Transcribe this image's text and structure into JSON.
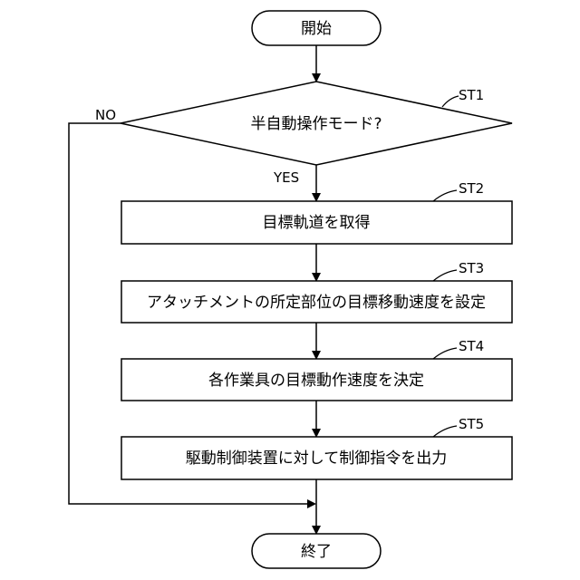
{
  "flowchart": {
    "start_label": "開始",
    "decision": {
      "label": "半自動操作モード?",
      "step": "ST1"
    },
    "yes_label": "YES",
    "no_label": "NO",
    "steps": [
      {
        "step": "ST2",
        "label": "目標軌道を取得"
      },
      {
        "step": "ST3",
        "label": "アタッチメントの所定部位の目標移動速度を設定"
      },
      {
        "step": "ST4",
        "label": "各作業具の目標動作速度を決定"
      },
      {
        "step": "ST5",
        "label": "駆動制御装置に対して制御指令を出力"
      }
    ],
    "end_label": "終了"
  }
}
